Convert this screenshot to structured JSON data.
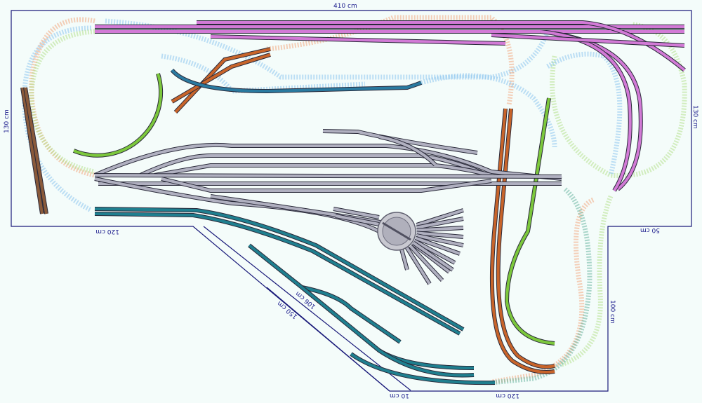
{
  "dimensions": {
    "top": "410 cm",
    "left": "130 cm",
    "right": "130 cm",
    "bottom_left": "120 cm",
    "right_step": "50 cm",
    "right_lower": "100 cm",
    "bottom": "120 cm",
    "bottom_small": "10 cm",
    "diagonal_outer": "150 cm",
    "diagonal_inner": "106 cm"
  },
  "colors": {
    "outline": "#1a1a7a",
    "magenta_track": "#d27ad6",
    "orange_track": "#c8642a",
    "brown_track": "#8a5a3a",
    "green_track": "#7cc83c",
    "teal_track": "#1f7f8f",
    "blue_track": "#2a7aa0",
    "gray_track": "#b0b0c0",
    "hidden_blue": "#8cc4ee",
    "hidden_peach": "#f2a880",
    "hidden_green": "#b4e08c",
    "background": "#f4fcfa"
  }
}
